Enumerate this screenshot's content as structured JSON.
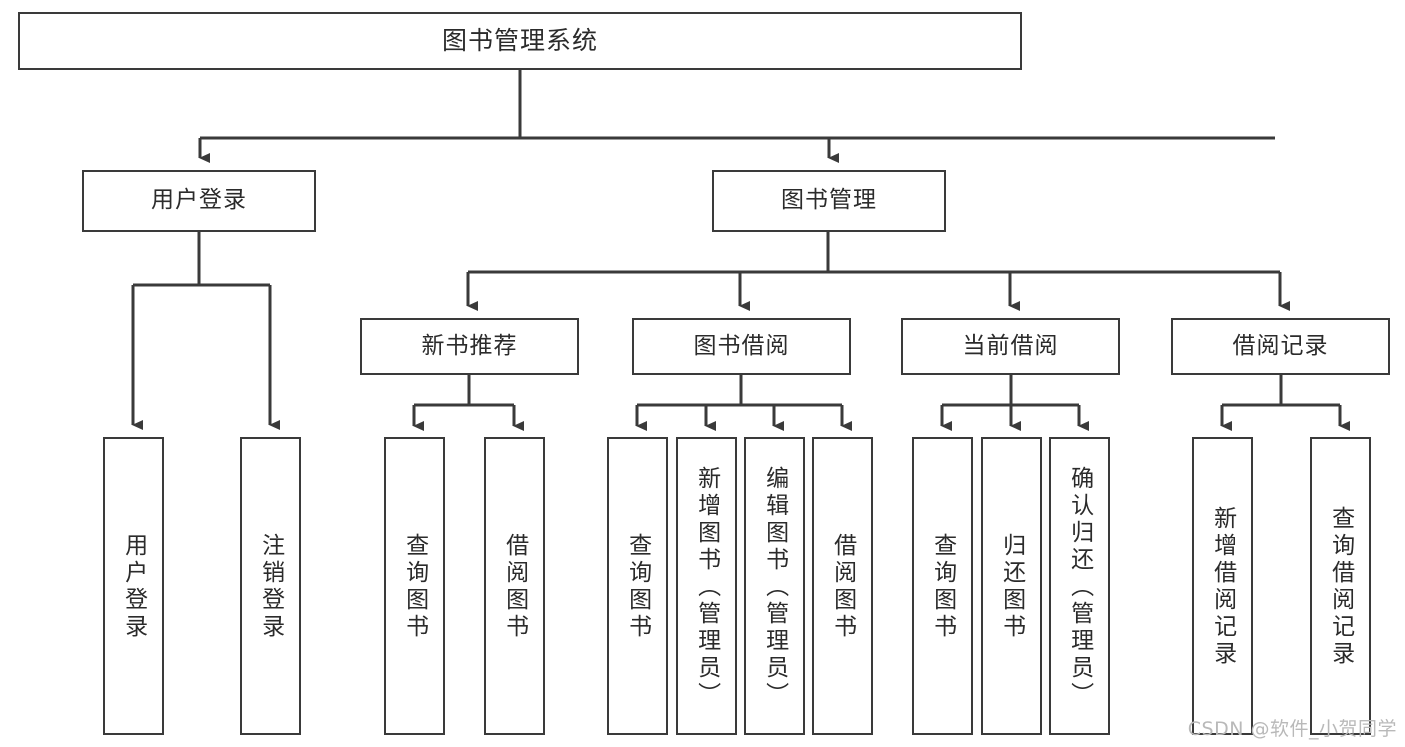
{
  "diagram": {
    "type": "hierarchy-tree",
    "title": "图书管理系统",
    "stroke_color": "#3a3a3a",
    "text_color": "#2b2b2b",
    "background": "#ffffff",
    "levels": 4
  },
  "root": {
    "label": "图书管理系统"
  },
  "level2": [
    {
      "label": "用户登录"
    },
    {
      "label": "图书管理"
    }
  ],
  "level3": [
    {
      "label": "新书推荐"
    },
    {
      "label": "图书借阅"
    },
    {
      "label": "当前借阅"
    },
    {
      "label": "借阅记录"
    }
  ],
  "leaves": {
    "user_login": [
      {
        "label": "用户登录"
      },
      {
        "label": "注销登录"
      }
    ],
    "new_book_recommend": [
      {
        "label": "查询图书"
      },
      {
        "label": "借阅图书"
      }
    ],
    "book_borrow": [
      {
        "label": "查询图书"
      },
      {
        "label": "新增图书（管理员）"
      },
      {
        "label": "编辑图书（管理员）"
      },
      {
        "label": "借阅图书"
      }
    ],
    "current_borrow": [
      {
        "label": "查询图书"
      },
      {
        "label": "归还图书"
      },
      {
        "label": "确认归还（管理员）"
      }
    ],
    "borrow_record": [
      {
        "label": "新增借阅记录"
      },
      {
        "label": "查询借阅记录"
      }
    ]
  },
  "watermark": {
    "text": "CSDN @软件_小贺同学"
  }
}
